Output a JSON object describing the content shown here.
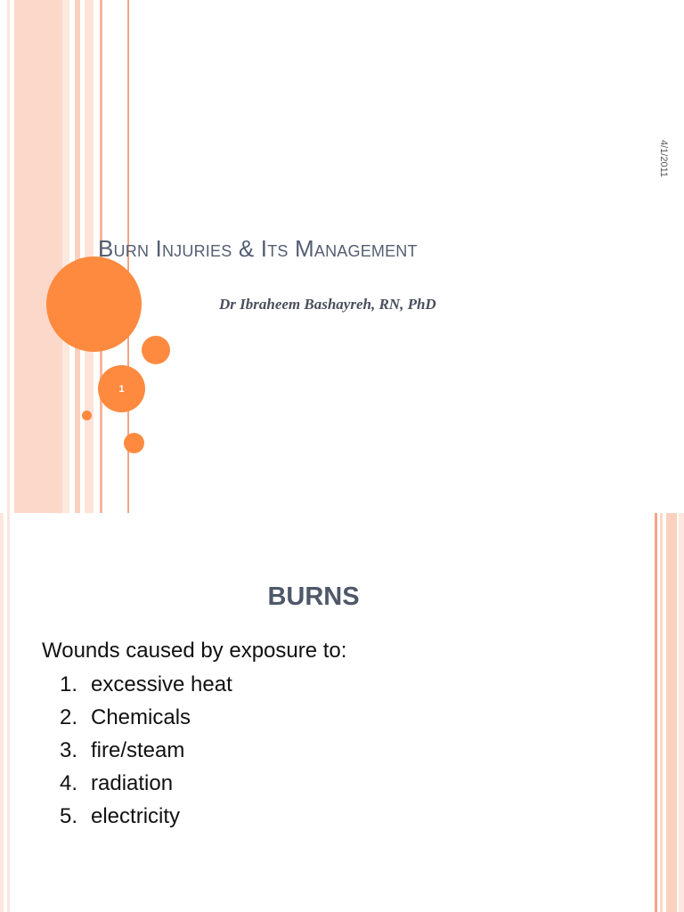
{
  "slide1": {
    "date": "4/1/2011",
    "title": "Burn Injuries & Its Management",
    "subtitle": "Dr Ibraheem Bashayreh, RN, PhD",
    "slide_number": "1"
  },
  "slide2": {
    "heading": "BURNS",
    "intro": "Wounds caused by exposure to:",
    "items": [
      {
        "num": "1.",
        "text": "excessive heat"
      },
      {
        "num": "2.",
        "text": "Chemicals"
      },
      {
        "num": "3.",
        "text": "fire/steam"
      },
      {
        "num": "4.",
        "text": "radiation"
      },
      {
        "num": "5.",
        "text": "electricity"
      }
    ]
  },
  "colors": {
    "accent": "#fd8a3e",
    "title": "#545e72",
    "stripe": "#fbd8c9"
  }
}
